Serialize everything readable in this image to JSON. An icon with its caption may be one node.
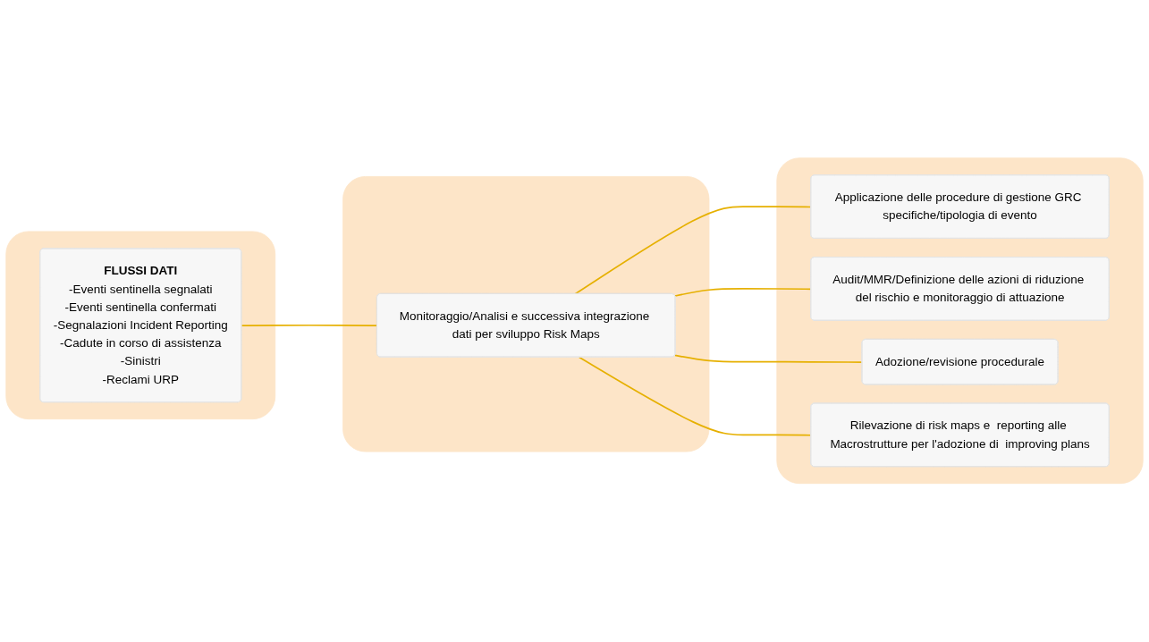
{
  "diagram": {
    "nodes": [
      {
        "text": [],
        "shape": "box"
      },
      {
        "text": [
          "FLUSSI DATI",
          "-Eventi sentinella segnalati",
          "-Eventi sentinella confermati",
          "-Segnalazioni Incident Reporting",
          "-Cadute in corso di assistenza",
          "-Sinistri",
          "-Reclami URP"
        ],
        "in": 0
      },
      {
        "text": [],
        "shape": "box"
      },
      {
        "text": [
          "Monitoraggio/Analisi e successiva integrazione dati per sviluppo Risk Maps"
        ],
        "in": 2
      },
      {
        "text": [],
        "shape": "box"
      },
      {
        "text": [
          "Applicazione delle procedure di gestione GRC specifiche/tipologia di evento"
        ],
        "in": 4
      },
      {
        "text": [
          "Audit/MMR/Definizione delle azioni di riduzione del rischio e monitoraggio di attuazione"
        ],
        "in": 4
      },
      {
        "text": [
          "Adozione/revisione procedurale"
        ],
        "in": 4
      },
      {
        "text": [
          "Rilevazione di risk maps e  reporting alle Macrostrutture per l'adozione di  improving plans"
        ],
        "in": 4
      }
    ],
    "edges": [
      {
        "from": 1,
        "to": 3,
        "arrow": "none"
      },
      {
        "from": 3,
        "to": 5,
        "arrow": "none"
      },
      {
        "from": 3,
        "to": 6,
        "arrow": "none"
      },
      {
        "from": 3,
        "to": 7,
        "arrow": "none"
      },
      {
        "from": 3,
        "to": 8,
        "arrow": "none"
      }
    ]
  }
}
